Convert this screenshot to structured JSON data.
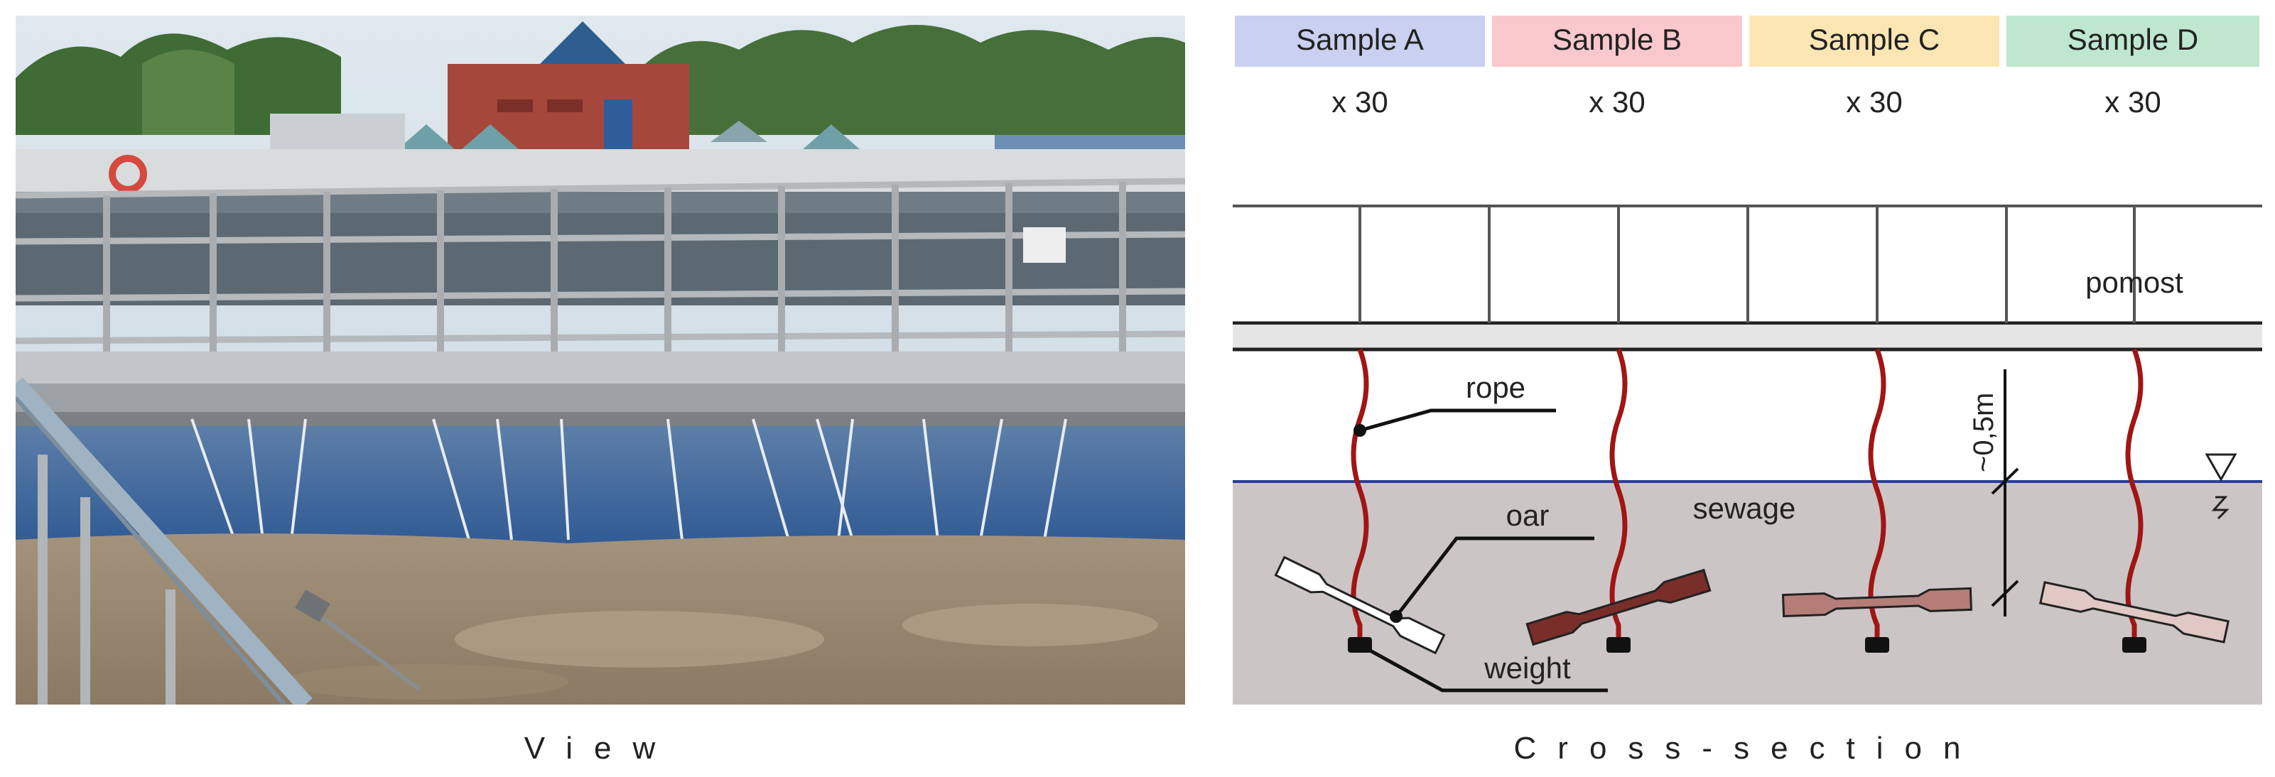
{
  "samples": [
    {
      "name": "Sample A",
      "count": "x 30",
      "color": "#c9d0f0",
      "oar_color": "#ffffff"
    },
    {
      "name": "Sample B",
      "count": "x 30",
      "color": "#f8c8cc",
      "oar_color": "#7a2e2a"
    },
    {
      "name": "Sample C",
      "count": "x 30",
      "color": "#fbe6b3",
      "oar_color": "#b47d77"
    },
    {
      "name": "Sample D",
      "count": "x 30",
      "color": "#bfe7cf",
      "oar_color": "#e0c8c4"
    }
  ],
  "labels": {
    "pomost": "pomost",
    "rope": "rope",
    "oar": "oar",
    "sewage": "sewage",
    "weight": "weight",
    "depth": "~0,5m"
  },
  "captions": {
    "view": "View",
    "cross_section": "Cross-section"
  },
  "colors": {
    "rope": "#a01515",
    "sewage": "#cbc6c5",
    "water_line": "#2a3d9a",
    "platform": "#e5e5e5",
    "lines": "#333333"
  }
}
